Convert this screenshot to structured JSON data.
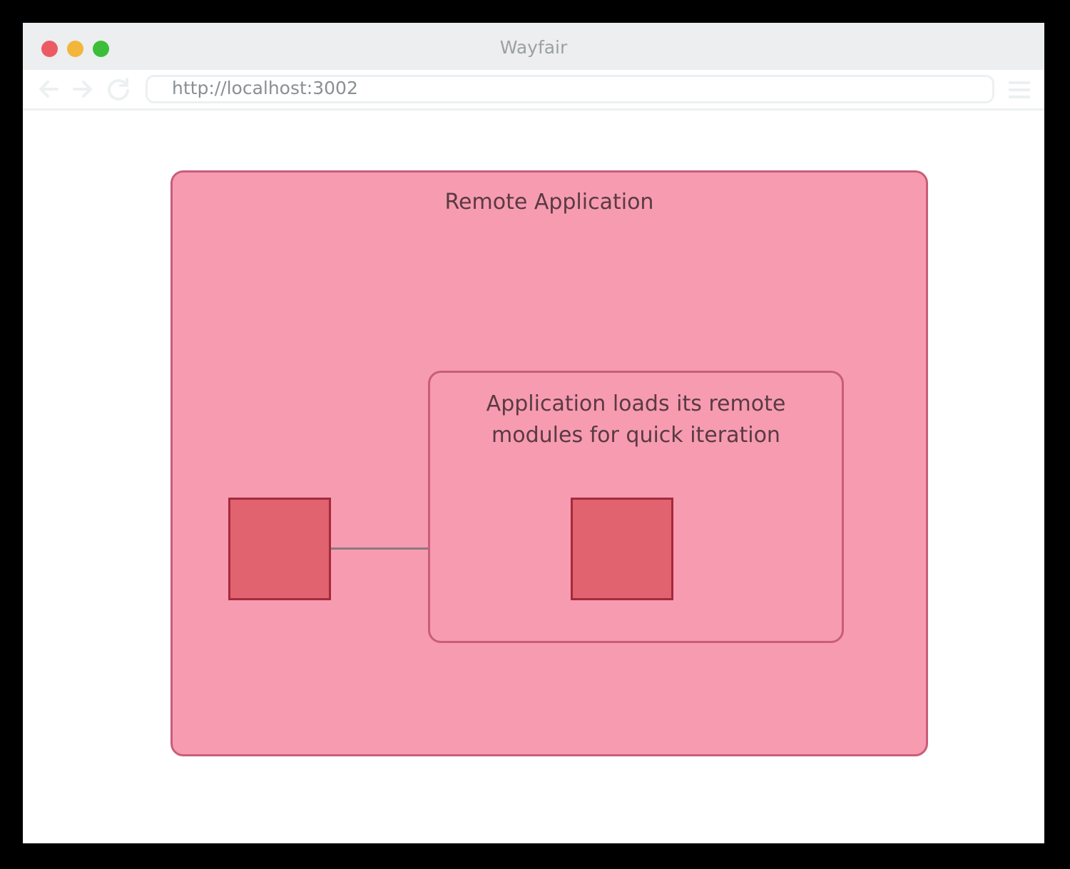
{
  "window": {
    "title": "Wayfair",
    "traffic_lights": {
      "close_color": "#ec5b63",
      "minimize_color": "#f2b63c",
      "maximize_color": "#3bbf39"
    }
  },
  "toolbar": {
    "back_icon": "arrow-left-icon",
    "forward_icon": "arrow-right-icon",
    "reload_icon": "reload-icon",
    "url": "http://localhost:3002",
    "menu_icon": "hamburger-menu-icon"
  },
  "diagram": {
    "outer_title": "Remote Application",
    "inner_title_line1": "Application loads its remote",
    "inner_title_line2": "modules for quick iteration",
    "colors": {
      "container_fill": "#f79bb1",
      "container_border": "#c95d7a",
      "module_fill": "#e0636f",
      "module_border": "#a42a3c",
      "connector": "#8a7a7f"
    }
  }
}
